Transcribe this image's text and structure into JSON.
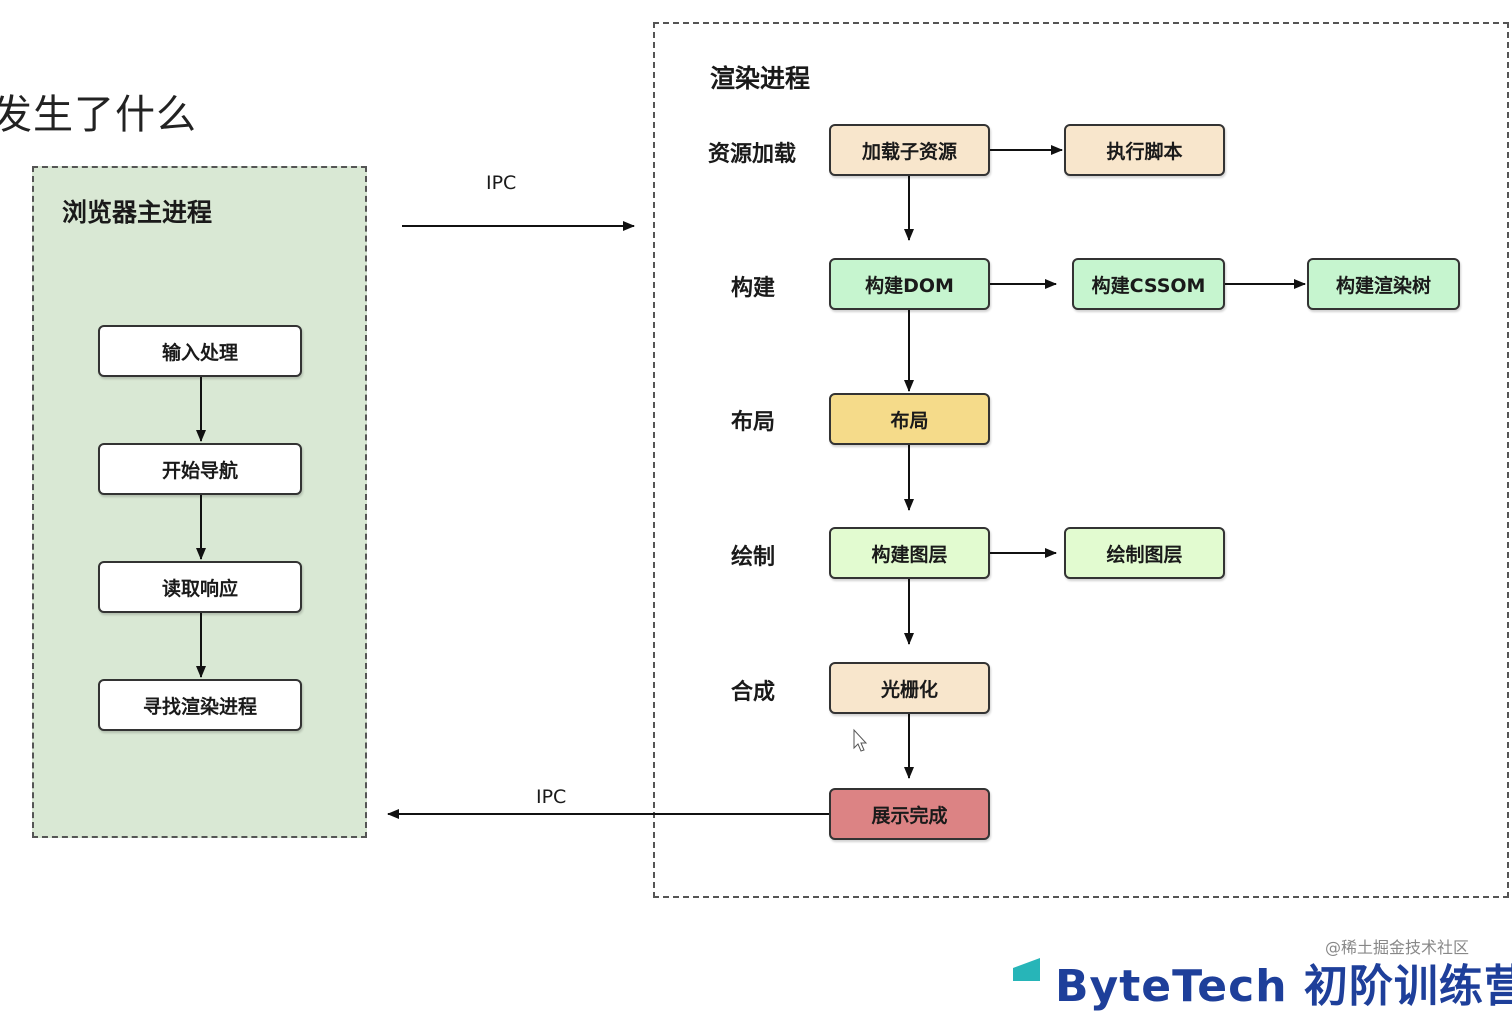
{
  "title": "发生了什么",
  "left_panel": {
    "title": "浏览器主进程",
    "steps": [
      "输入处理",
      "开始导航",
      "读取响应",
      "寻找渲染进程"
    ],
    "bg_color": "#d9e8d4"
  },
  "ipc": {
    "top": "IPC",
    "bottom": "IPC"
  },
  "right_panel": {
    "title": "渲染进程",
    "stages": [
      "资源加载",
      "构建",
      "布局",
      "绘制",
      "合成"
    ],
    "nodes": {
      "load_sub": "加载子资源",
      "exec_script": "执行脚本",
      "build_dom": "构建DOM",
      "build_cssom": "构建CSSOM",
      "build_render_tree": "构建渲染树",
      "layout": "布局",
      "build_layer": "构建图层",
      "paint_layer": "绘制图层",
      "raster": "光栅化",
      "display_done": "展示完成"
    }
  },
  "colors": {
    "peach": "#f8e6cc",
    "mint": "#c6f5cf",
    "yellow": "#f5db8a",
    "lightgreen": "#e2fbd0",
    "red": "#dc8384",
    "brand": "#1e3f9a"
  },
  "footer": {
    "credit": "@稀土掘金技术社区",
    "brand": "ByteTech 初阶训练营"
  }
}
